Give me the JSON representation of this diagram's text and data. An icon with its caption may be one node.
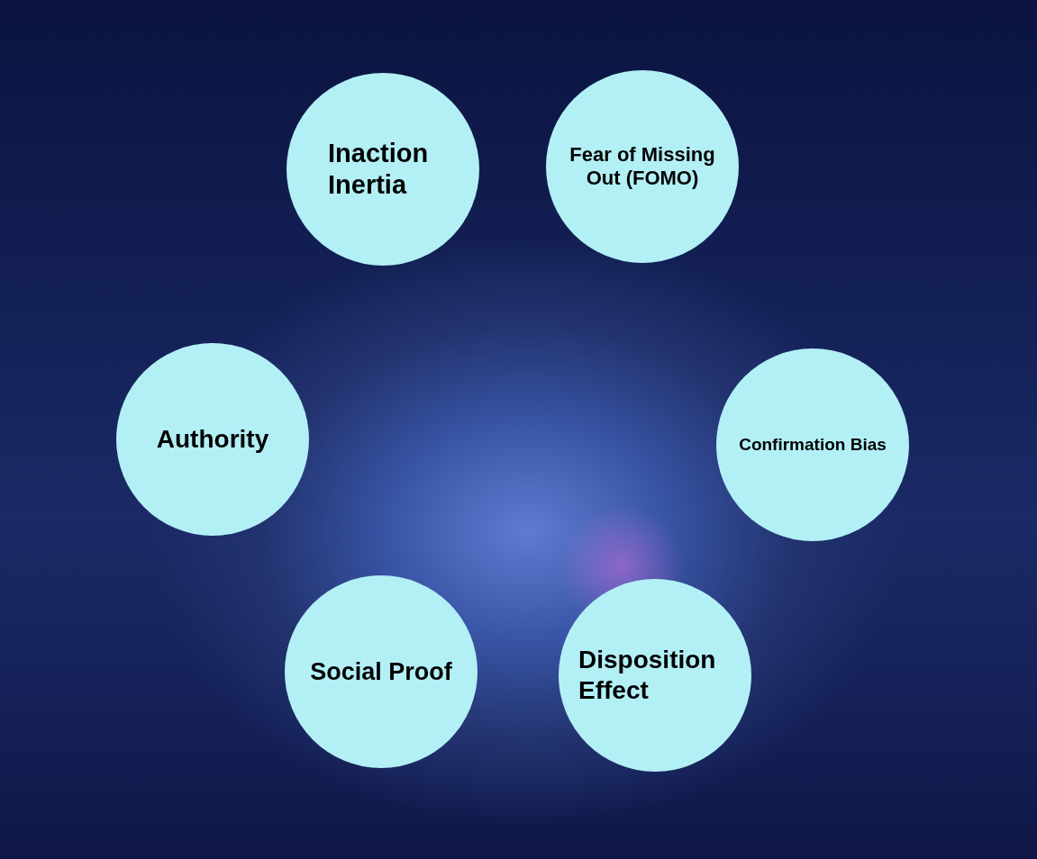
{
  "diagram": {
    "nodes": [
      {
        "text": [
          "Inaction Inertia"
        ]
      },
      {
        "text": [
          "Fear of Missing Out (FOMO)"
        ]
      },
      {
        "text": [
          "Authority"
        ]
      },
      {
        "text": [
          "Confirmation Bias"
        ]
      },
      {
        "text": [
          "Social Proof"
        ]
      },
      {
        "text": [
          "Disposition Effect"
        ]
      }
    ]
  }
}
